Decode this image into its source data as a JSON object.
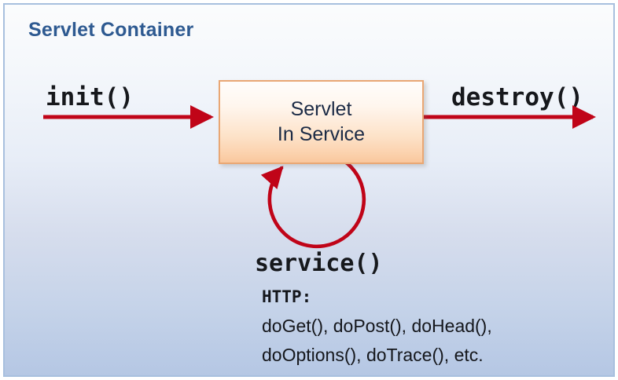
{
  "diagram": {
    "title": "Servlet Container",
    "title_color": "#2e5a91",
    "frame_border_color": "#a8c0de",
    "background_top_color": "#fbfcfd",
    "background_bottom_color": "#b5c7e4",
    "arrow_color": "#c00418",
    "box": {
      "line1": "Servlet",
      "line2": "In Service",
      "border_color": "#e9a774",
      "fill_top_color": "#fffdfb",
      "fill_bottom_color": "#f9c79c",
      "text_color": "#1b2a45"
    },
    "lifecycle": {
      "init_label": "init()",
      "destroy_label": "destroy()",
      "service_label": "service()"
    },
    "http": {
      "heading": "HTTP:",
      "methods_line_1": "doGet(), doPost(), doHead(),",
      "methods_line_2": "doOptions(), doTrace(), etc."
    }
  }
}
